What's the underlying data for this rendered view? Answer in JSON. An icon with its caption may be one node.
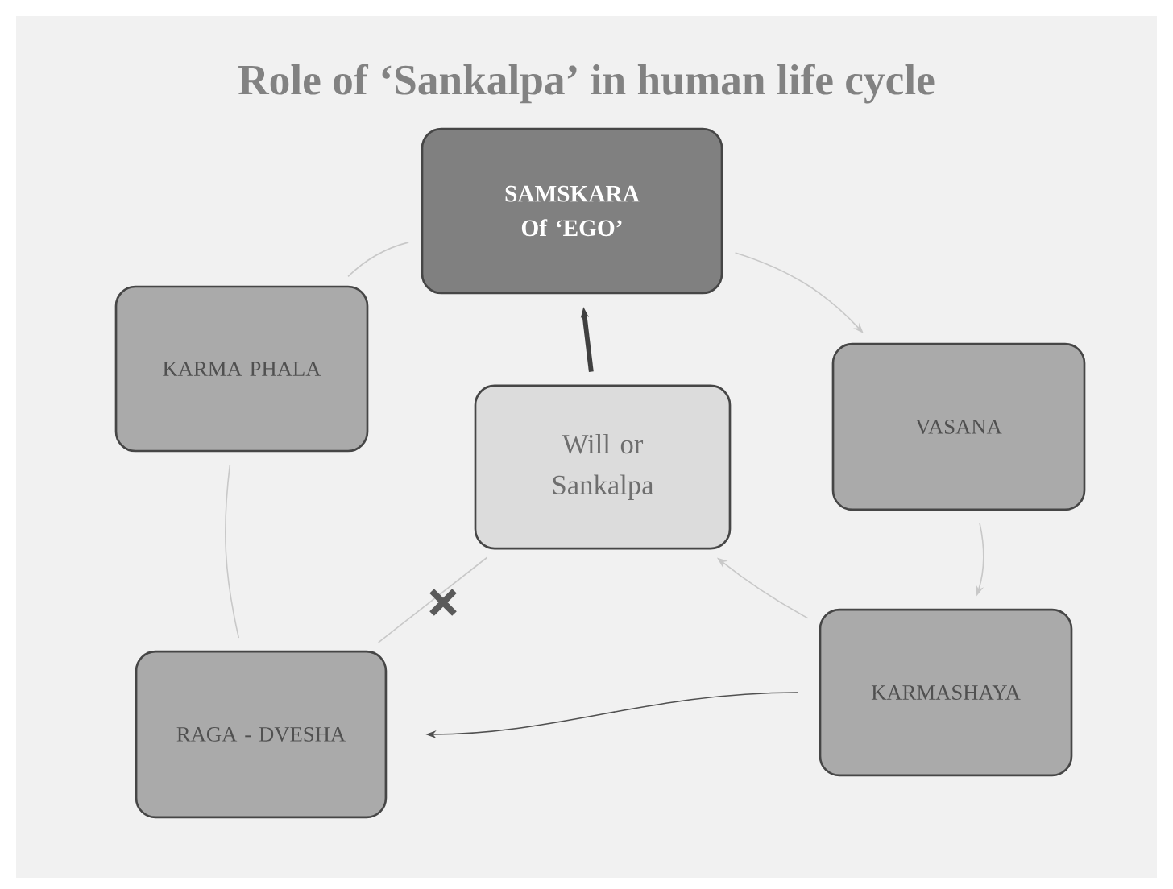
{
  "diagram": {
    "title": "Role of **‘Sankalpa’** in human life cycle",
    "nodes": [
      {
        "text": [
          "SAMSKARA Of ‘EGO’"
        ]
      },
      {
        "text": [
          "KARMA PHALA"
        ]
      },
      {
        "text": [
          "Will or Sankalpa"
        ]
      },
      {
        "text": [
          "VASANA"
        ]
      },
      {
        "text": [
          "RAGA - DVESHA"
        ]
      },
      {
        "text": [
          "KARMASHAYA"
        ]
      }
    ],
    "edges": [
      {
        "from": 0,
        "to": 3,
        "arrow": "to"
      },
      {
        "from": 3,
        "to": 5,
        "arrow": "to"
      },
      {
        "from": 5,
        "to": 2,
        "arrow": "to"
      },
      {
        "from": 2,
        "to": 4,
        "arrow": "none"
      },
      {
        "from": 4,
        "to": 1,
        "arrow": "none"
      },
      {
        "from": 1,
        "to": 0,
        "arrow": "none"
      },
      {
        "from": 2,
        "to": 0,
        "arrow": "to",
        "style": "thick",
        "color": "#404040"
      },
      {
        "from": 5,
        "to": 4,
        "arrow": "to",
        "color": "#505050"
      }
    ]
  }
}
